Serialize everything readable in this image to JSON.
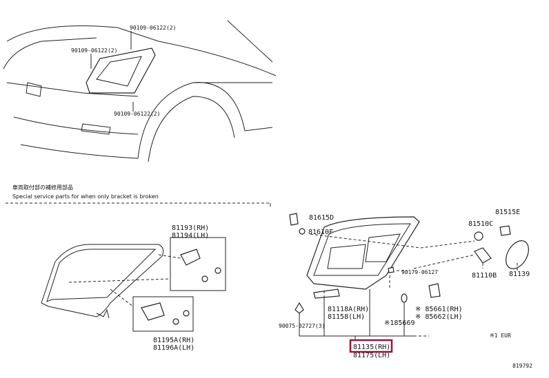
{
  "top_callouts": [
    "90109-06122(2)",
    "90109-06122(2)",
    "90109-06122(2)"
  ],
  "note": {
    "japanese": "車両取付部の補修用部品",
    "english": "Special service parts for when only bracket is broken"
  },
  "left_callouts": {
    "upper_rh": "81193(RH)",
    "upper_lh": "81194(LH)",
    "lower_rh": "81195A(RH)",
    "lower_lh": "81196A(LH)"
  },
  "right_callouts": {
    "p81615d": "81615D",
    "p81610f": "81610F",
    "p81515e": "81515E",
    "p81510c": "81510C",
    "p81110b": "81110B",
    "p81139": "81139",
    "p90179": "90179-06127",
    "p81118a": "81118A(RH)",
    "p81158": "81158(LH)",
    "p90075": "90075-02727(3)",
    "p85661": "※ 85661(RH)",
    "p85662": "※ 85662(LH)",
    "p85669": "※185669",
    "eur": "※1 EUR"
  },
  "highlighted_part": {
    "rh": "81135(RH)",
    "lh": "81175(LH)",
    "color": "#a0103a"
  },
  "diagram_id": "819792"
}
